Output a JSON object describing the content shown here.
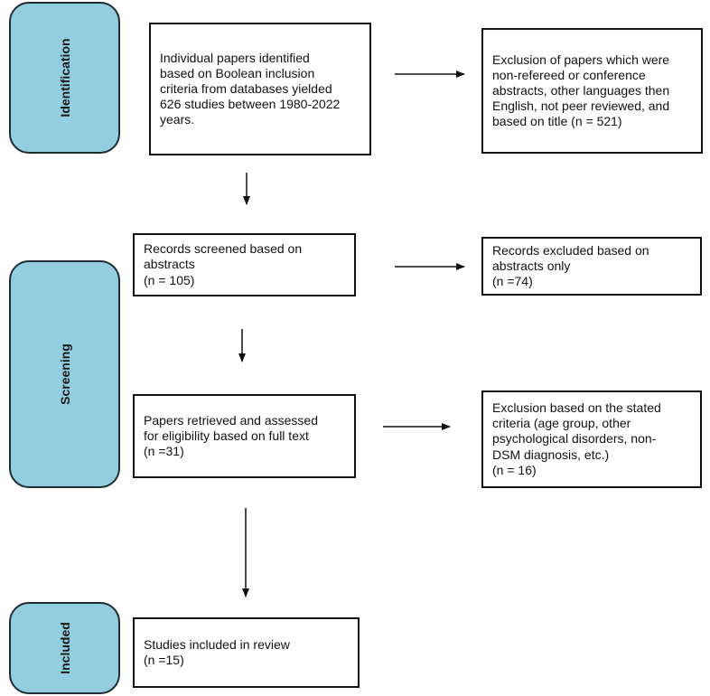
{
  "stages": [
    {
      "id": "identification",
      "label": "Identification"
    },
    {
      "id": "screening",
      "label": "Screening"
    },
    {
      "id": "included",
      "label": "Included"
    }
  ],
  "boxes": {
    "identified": {
      "lines": [
        "Individual papers identified",
        "based on Boolean inclusion",
        "criteria from databases yielded",
        "626 studies between 1980-2022",
        "years."
      ]
    },
    "excluded_title": {
      "lines": [
        "Exclusion of papers which were",
        "non-refereed or conference",
        "abstracts, other languages then",
        "English, not peer reviewed, and",
        "based on title (n = 521)"
      ]
    },
    "screened": {
      "lines": [
        "Records screened based on",
        "abstracts",
        "(n = 105)"
      ]
    },
    "excluded_abstracts": {
      "lines": [
        "Records excluded based on",
        "abstracts only",
        "(n =74)"
      ]
    },
    "retrieved": {
      "lines": [
        "Papers retrieved and assessed",
        "for eligibility based on full text",
        "(n =31)"
      ]
    },
    "excluded_criteria": {
      "lines": [
        "Exclusion based on the stated",
        "criteria (age group, other",
        "psychological disorders, non-",
        "DSM diagnosis, etc.)",
        "(n = 16)"
      ]
    },
    "included": {
      "lines": [
        "Studies included in review",
        "(n =15)"
      ]
    }
  }
}
